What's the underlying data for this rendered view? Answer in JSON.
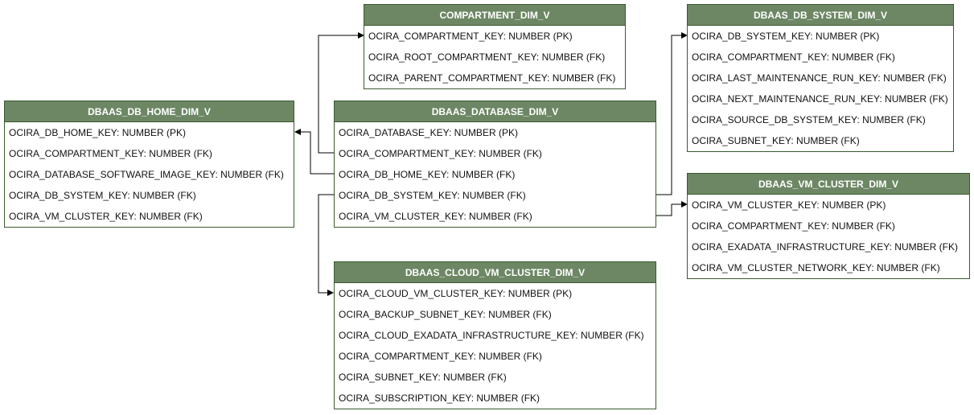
{
  "theme": {
    "header_fill": "#6d8764",
    "border": "#3a5a30",
    "edge": "#000000"
  },
  "entities": {
    "compartment": {
      "title": "COMPARTMENT_DIM_V",
      "rows": [
        "OCIRA_COMPARTMENT_KEY: NUMBER (PK)",
        "OCIRA_ROOT_COMPARTMENT_KEY: NUMBER (FK)",
        "OCIRA_PARENT_COMPARTMENT_KEY: NUMBER (FK)"
      ]
    },
    "db_system": {
      "title": "DBAAS_DB_SYSTEM_DIM_V",
      "rows": [
        "OCIRA_DB_SYSTEM_KEY: NUMBER (PK)",
        "OCIRA_COMPARTMENT_KEY: NUMBER (FK)",
        "OCIRA_LAST_MAINTENANCE_RUN_KEY: NUMBER (FK)",
        "OCIRA_NEXT_MAINTENANCE_RUN_KEY: NUMBER (FK)",
        "OCIRA_SOURCE_DB_SYSTEM_KEY: NUMBER (FK)",
        "OCIRA_SUBNET_KEY: NUMBER (FK)"
      ]
    },
    "db_home": {
      "title": "DBAAS_DB_HOME_DIM_V",
      "rows": [
        "OCIRA_DB_HOME_KEY: NUMBER (PK)",
        "OCIRA_COMPARTMENT_KEY: NUMBER (FK)",
        "OCIRA_DATABASE_SOFTWARE_IMAGE_KEY: NUMBER (FK)",
        "OCIRA_DB_SYSTEM_KEY: NUMBER (FK)",
        "OCIRA_VM_CLUSTER_KEY: NUMBER (FK)"
      ]
    },
    "database": {
      "title": "DBAAS_DATABASE_DIM_V",
      "rows": [
        "OCIRA_DATABASE_KEY: NUMBER (PK)",
        "OCIRA_COMPARTMENT_KEY: NUMBER (FK)",
        "OCIRA_DB_HOME_KEY: NUMBER (FK)",
        "OCIRA_DB_SYSTEM_KEY: NUMBER (FK)",
        "OCIRA_VM_CLUSTER_KEY: NUMBER (FK)"
      ]
    },
    "vm_cluster": {
      "title": "DBAAS_VM_CLUSTER_DIM_V",
      "rows": [
        "OCIRA_VM_CLUSTER_KEY: NUMBER (PK)",
        "OCIRA_COMPARTMENT_KEY: NUMBER (FK)",
        "OCIRA_EXADATA_INFRASTRUCTURE_KEY: NUMBER (FK)",
        "OCIRA_VM_CLUSTER_NETWORK_KEY: NUMBER (FK)"
      ]
    },
    "cloud_vm_cluster": {
      "title": "DBAAS_CLOUD_VM_CLUSTER_DIM_V",
      "rows": [
        "OCIRA_CLOUD_VM_CLUSTER_KEY: NUMBER (PK)",
        "OCIRA_BACKUP_SUBNET_KEY: NUMBER (FK)",
        "OCIRA_CLOUD_EXADATA_INFRASTRUCTURE_KEY: NUMBER (FK)",
        "OCIRA_COMPARTMENT_KEY: NUMBER (FK)",
        "OCIRA_SUBNET_KEY: NUMBER (FK)",
        "OCIRA_SUBSCRIPTION_KEY: NUMBER (FK)"
      ]
    }
  }
}
